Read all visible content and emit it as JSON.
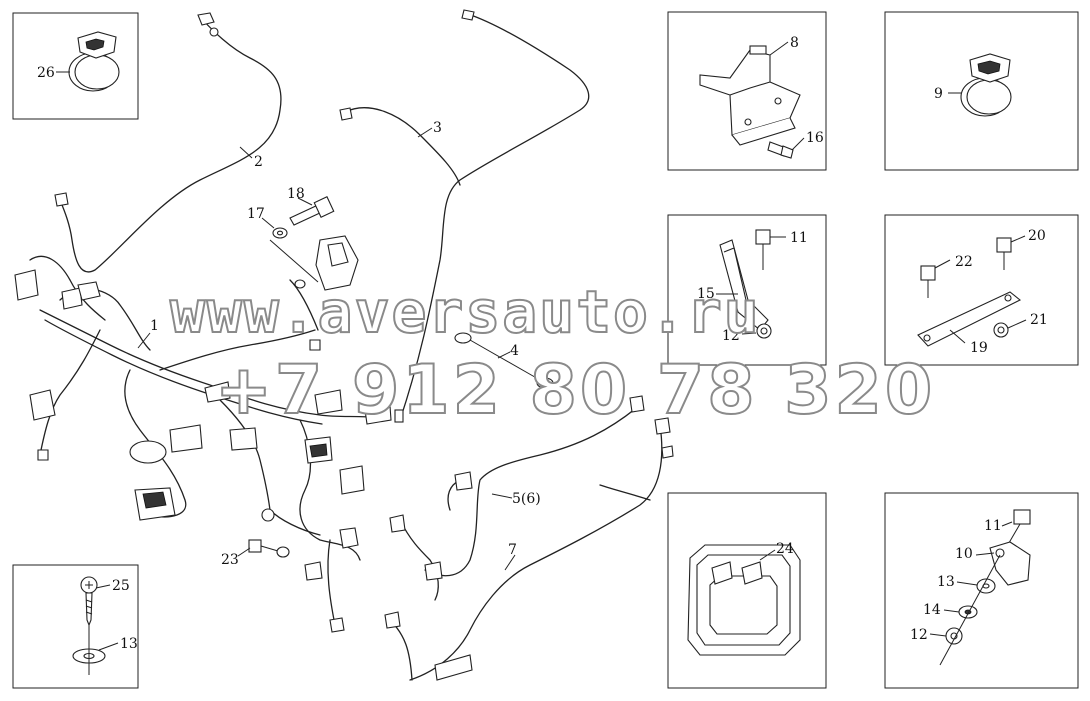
{
  "callouts": {
    "c1": "1",
    "c2": "2",
    "c3": "3",
    "c4": "4",
    "c5": "5(6)",
    "c7": "7",
    "c8": "8",
    "c9": "9",
    "c10": "10",
    "c11a": "11",
    "c11b": "11",
    "c12a": "12",
    "c12b": "12",
    "c13a": "13",
    "c13b": "13",
    "c14": "14",
    "c15": "15",
    "c16": "16",
    "c17": "17",
    "c18": "18",
    "c19": "19",
    "c20": "20",
    "c21": "21",
    "c22": "22",
    "c23": "23",
    "c24": "24",
    "c25": "25",
    "c26": "26"
  },
  "watermark": {
    "site": "www.aversauto.ru",
    "phone": "+7 912 80 78 320"
  }
}
